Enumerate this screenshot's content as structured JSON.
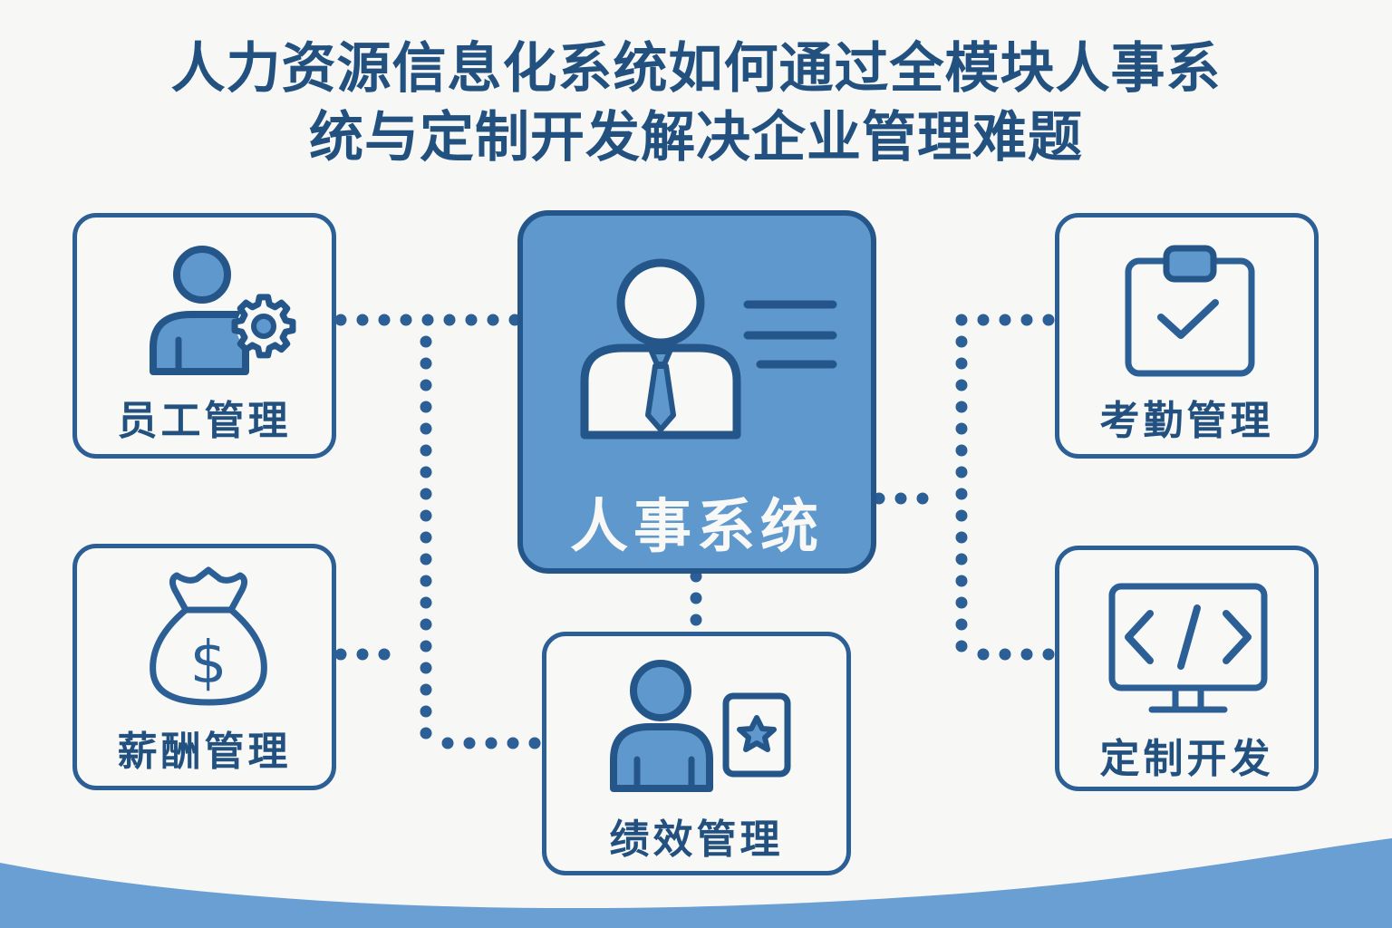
{
  "title": {
    "line1": "人力资源信息化系统如何通过全模块人事系",
    "line2": "统与定制开发解决企业管理难题"
  },
  "center": {
    "label": "人事系统",
    "icon": "employee-id-card-icon"
  },
  "modules": [
    {
      "id": "employee",
      "label": "员工管理",
      "icon": "user-gear-icon"
    },
    {
      "id": "payroll",
      "label": "薪酬管理",
      "icon": "money-bag-icon"
    },
    {
      "id": "performance",
      "label": "绩效管理",
      "icon": "user-star-badge-icon"
    },
    {
      "id": "attendance",
      "label": "考勤管理",
      "icon": "clipboard-check-icon"
    },
    {
      "id": "custom-dev",
      "label": "定制开发",
      "icon": "monitor-code-icon"
    }
  ],
  "colors": {
    "primary": "#2c5f95",
    "dark": "#22507f",
    "fill": "#5e98cd",
    "background": "#f7f7f6",
    "wave": "#6a9fd3"
  }
}
